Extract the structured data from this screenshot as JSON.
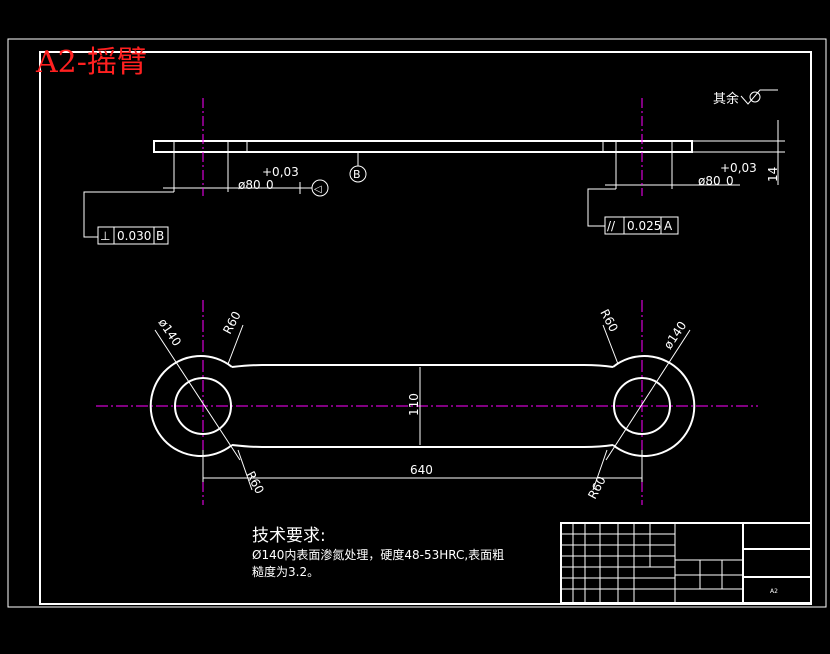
{
  "sheet": {
    "title_stamp": "A2-摇臂"
  },
  "surface_finish": {
    "label": "其余",
    "symbol_name": "surface-roughness-icon"
  },
  "top_view": {
    "datum_b": "B",
    "left_bore": {
      "diameter": "ø80",
      "upper_tol": "+0,03",
      "lower_tol": "0"
    },
    "right_bore": {
      "diameter": "ø80",
      "upper_tol": "+0,03",
      "lower_tol": "0"
    },
    "thickness": "14",
    "perpendicularity_frame": {
      "symbol": "⊥",
      "tolerance": "0.030",
      "datum": "B"
    },
    "parallelism_frame": {
      "symbol": "//",
      "tolerance": "0.025",
      "datum": "A"
    }
  },
  "front_view": {
    "left_outer_dia": "ø140",
    "right_outer_dia": "ø140",
    "radius_top_left": "R60",
    "radius_top_right": "R60",
    "radius_bottom_left": "R60",
    "radius_bottom_right": "R60",
    "center_distance": "640",
    "web_height": "110"
  },
  "technical_requirements": {
    "heading": "技术要求:",
    "line1": "Ø140内表面渗氮处理，硬度48-53HRC,表面粗",
    "line2": "糙度为3.2。"
  },
  "title_block": {
    "part_name": "",
    "scale": "A2"
  },
  "colors": {
    "background": "#000000",
    "lines": "#ffffff",
    "centerline": "#ff00ff",
    "stamp": "#ff2020"
  }
}
